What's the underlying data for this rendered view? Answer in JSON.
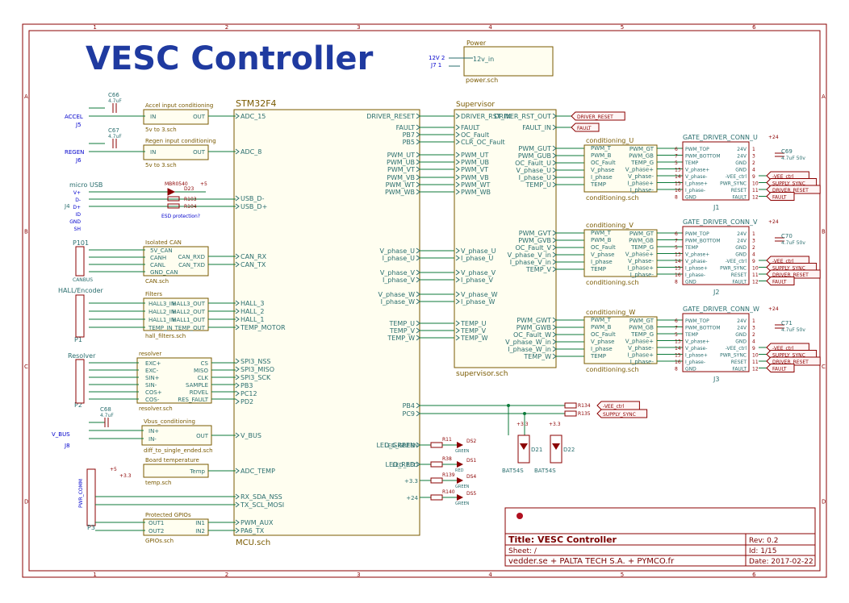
{
  "title": "VESC Controller",
  "frame": {
    "columns": [
      "1",
      "2",
      "3",
      "4",
      "5",
      "6"
    ],
    "rows": [
      "A",
      "B",
      "C",
      "D"
    ]
  },
  "title_block": {
    "title": "Title: VESC Controller",
    "sheet": "Sheet: /",
    "authors": "vedder.se + PALTA TECH S.A. + PYMCO.fr",
    "rev": "Rev: 0.2",
    "id": "Id: 1/15",
    "date": "Date: 2017-02-22"
  },
  "mcu": {
    "name": "STM32F4",
    "file": "MCU.sch",
    "left_pins": [
      "ADC_15",
      "ADC_8",
      "USB_D-",
      "USB_D+",
      "CAN_RX",
      "CAN_TX",
      "HALL_3",
      "HALL_2",
      "HALL_1",
      "TEMP_MOTOR",
      "SPI3_NSS",
      "SPI3_MISO",
      "SPI3_SCK",
      "PB3",
      "PC12",
      "PD2",
      "V_BUS",
      "ADC_TEMP",
      "RX_SDA_NSS",
      "TX_SCL_MOSI",
      "PWM_AUX",
      "PA6_TX"
    ],
    "right_pins": [
      "DRIVER_RESET",
      "FAULT",
      "PB7",
      "PB5",
      "PWM_UT",
      "PWM_UB",
      "PWM_VT",
      "PWM_VB",
      "PWM_WT",
      "PWM_WB",
      "V_phase_U",
      "I_phase_U",
      "V_phase_V",
      "I_phase_V",
      "V_phase_W",
      "I_phase_W",
      "TEMP_U",
      "TEMP_V",
      "TEMP_W",
      "PB4",
      "PC9",
      "LED_GREEN",
      "LED_RED"
    ]
  },
  "supervisor": {
    "name": "Supervisor",
    "file": "supervisor.sch",
    "left_pins": [
      "DRIVER_RST_IN",
      "FAULT",
      "OC_Fault",
      "CLR_OC_Fault",
      "PWM_UT",
      "PWM_UB",
      "PWM_VT",
      "PWM_VB",
      "PWM_WT",
      "PWM_WB",
      "V_phase_U",
      "I_phase_U",
      "V_phase_V",
      "I_phase_V",
      "V_phase_W",
      "I_phase_W",
      "TEMP_U",
      "TEMP_V",
      "TEMP_W"
    ],
    "right_pins": [
      "DRIVER_RST_OUT",
      "FAULT_IN",
      "PWM_GUT",
      "PWM_GUB",
      "OC_Fault_U",
      "V_phase_U",
      "I_phase_U",
      "TEMP_U",
      "PWM_GVT",
      "PWM_GVB",
      "OC_Fault_V",
      "V_phase_V_in",
      "I_phase_V_in",
      "TEMP_V",
      "PWM_GWT",
      "PWM_GWB",
      "OC_Fault_W",
      "V_phase_W_in",
      "I_phase_W_in",
      "TEMP_W"
    ]
  },
  "power": {
    "name": "Power",
    "file": "power.sch",
    "pin": "12v_in",
    "connector": "J7",
    "labels": [
      "12V 2",
      "J7 1"
    ]
  },
  "accel": {
    "name": "Accel input conditioning",
    "file": "5v to 3.sch",
    "pin_in": "IN",
    "pin_out": "OUT",
    "net": "ACCEL",
    "conn": "J5",
    "cap": "C66",
    "cap_val": "4.7uF"
  },
  "regen": {
    "name": "Regen input conditioning",
    "file": "5v to 3.sch",
    "pin_in": "IN",
    "pin_out": "OUT",
    "net": "REGEN",
    "conn": "J6",
    "cap": "C67",
    "cap_val": "4.7uF"
  },
  "usb": {
    "title": "micro USB",
    "conn": "J4",
    "pins": [
      "V+",
      "D-",
      "D+",
      "ID",
      "GND"
    ],
    "shield": "SH",
    "diode": "D23",
    "diode_part": "MBR0540",
    "r1": "R103",
    "r2": "R104",
    "note": "ESD protection?",
    "supply": "+5"
  },
  "can": {
    "name": "Isolated CAN",
    "conn": "P101",
    "conn_label": "CANBUS",
    "file": "CAN.sch",
    "pins": [
      "5V_CAN",
      "CANH",
      "CANL",
      "GND_CAN"
    ],
    "outs": [
      "CAN_RXD",
      "CAN_TXD"
    ]
  },
  "hall": {
    "title": "HALL/Encoder",
    "conn": "P1",
    "name": "Filters",
    "file": "hall_filters.sch",
    "ins": [
      "HALL3_IN",
      "HALL2_IN",
      "HALL1_IN",
      "TEMP_IN"
    ],
    "outs": [
      "HALL3_OUT",
      "HALL2_OUT",
      "HALL1_OUT",
      "TEMP_OUT"
    ]
  },
  "resolver": {
    "title": "Resolver",
    "conn": "P2",
    "name": "resolver",
    "file": "resolver.sch",
    "ins": [
      "EXC+",
      "EXC-",
      "SIN+",
      "SIN-",
      "COS+",
      "COS-"
    ],
    "outs": [
      "CS",
      "MISO",
      "CLK",
      "SAMPLE",
      "RDVEL",
      "RES_FAULT"
    ]
  },
  "vbus": {
    "name": "Vbus_conditioning",
    "file": "diff_to_single_ended.sch",
    "ins": [
      "IN+",
      "IN-"
    ],
    "out": "OUT",
    "net": "V_BUS",
    "conn": "J8",
    "cap": "C68",
    "cap_val": "4.7uF"
  },
  "temp": {
    "name": "Board temperature",
    "file": "temp.sch",
    "out": "Temp"
  },
  "comm": {
    "conn": "P3",
    "label": "PWR_COMM",
    "supplies": [
      "+5",
      "+3.3"
    ]
  },
  "gpio": {
    "name": "Protected GPIOs",
    "file": "GPIOs.sch",
    "outs": [
      "OUT1",
      "OUT2"
    ],
    "ins": [
      "IN1",
      "IN2"
    ]
  },
  "leds": [
    {
      "net": "LED_GREEN",
      "r": "R11",
      "d": "DS2",
      "color": "GREEN"
    },
    {
      "net": "LED_RED",
      "r": "R38",
      "d": "DS1",
      "color": "RED"
    },
    {
      "net": "+3.3",
      "r": "R139",
      "d": "DS4",
      "color": "GREEN"
    },
    {
      "net": "+24",
      "r": "R140",
      "d": "DS5",
      "color": "GREEN"
    }
  ],
  "bat": [
    {
      "name": "D21",
      "part": "BAT54S",
      "supply": "+3.3"
    },
    {
      "name": "D22",
      "part": "BAT54S",
      "supply": "+3.3"
    }
  ],
  "resistors": [
    "R134",
    "R135"
  ],
  "conditioning": [
    {
      "name": "conditioning_U",
      "file": "conditioning.sch",
      "conn": "J1",
      "cap": "C69",
      "ins": [
        "PWM_GT",
        "PWM_GB",
        "TEMP_G",
        "V_phase+",
        "V_phase-",
        "I_phase+",
        "I_phase-"
      ]
    },
    {
      "name": "conditioning_V",
      "file": "conditioning.sch",
      "conn": "J2",
      "cap": "C70",
      "ins": [
        "PWM_GT",
        "PWM_GB",
        "TEMP_G",
        "V_phase+",
        "V_phase-",
        "I_phase+",
        "I_phase-"
      ]
    },
    {
      "name": "conditioning_W",
      "file": "conditioning.sch",
      "conn": "J3",
      "cap": "C71",
      "ins": [
        "PWM_GT",
        "PWM_GB",
        "TEMP_G",
        "V_phase+",
        "V_phase-",
        "I_phase+",
        "I_phase-"
      ]
    }
  ],
  "cond_left": [
    "PWM_T",
    "PWM_B",
    "OC_Fault",
    "V_phase",
    "I_phase",
    "TEMP"
  ],
  "gdc": {
    "title": "GATE_DRIVER_CONN",
    "suffix": [
      "_U",
      "_V",
      "_W"
    ],
    "left": [
      "PWM_TOP",
      "PWM_BOTTOM",
      "TEMP",
      "V_phase+",
      "V_phase-",
      "I_phase+",
      "I_phase-",
      "GND"
    ],
    "right": [
      "24V",
      "24V",
      "GND",
      "GND",
      "-VEE_ctrl",
      "PWR_SYNC",
      "RESET",
      "FAULT"
    ],
    "left_nums": [
      "6",
      "7",
      "5",
      "13",
      "14",
      "15",
      "16",
      "8"
    ],
    "right_nums": [
      "1",
      "3",
      "2",
      "4",
      "9",
      "10",
      "11",
      "12"
    ],
    "cap_val": "4.7uF 50v",
    "supply": "+24"
  },
  "net_labels": [
    "DRIVER_RESET",
    "FAULT",
    "-VEE_ctrl",
    "SUPPLY_SYNC",
    "DRIVER_RESET",
    "FAULT"
  ]
}
